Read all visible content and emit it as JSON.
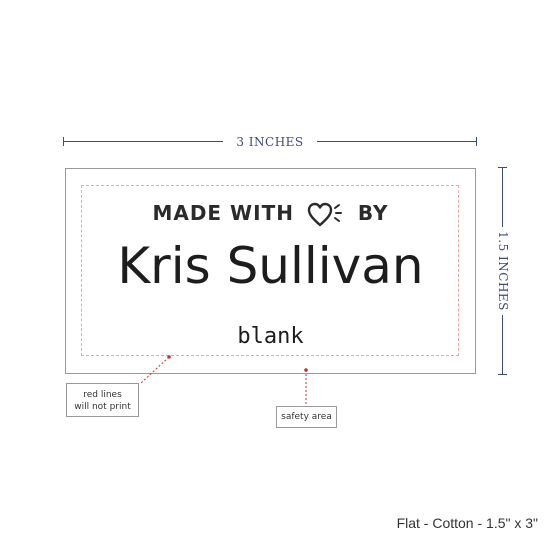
{
  "dimensions": {
    "width_label": "3 INCHES",
    "height_label": "1.5 INCHES"
  },
  "label": {
    "made_with_prefix": "MADE WITH",
    "made_with_suffix": "BY",
    "heart_icon": "heart-icon",
    "name": "Kris Sullivan",
    "sub": "blank"
  },
  "callouts": {
    "red_lines_line1": "red lines",
    "red_lines_line2": "will not print",
    "safety_area": "safety area"
  },
  "caption": "Flat - Cotton - 1.5\" x 3\"",
  "colors": {
    "dimension": "#3d4a7a",
    "safety_line": "#e8a6aa",
    "leader_dot": "#c0392b"
  }
}
